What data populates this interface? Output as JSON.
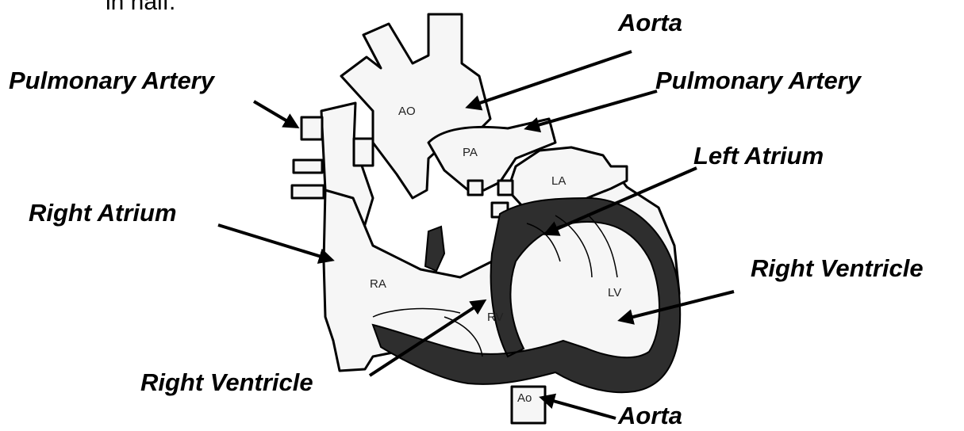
{
  "fragment_text": "in half.",
  "labels": {
    "aorta_top": "Aorta",
    "pulmonary_artery_left": "Pulmonary Artery",
    "pulmonary_artery_right": "Pulmonary Artery",
    "left_atrium": "Left Atrium",
    "right_atrium": "Right Atrium",
    "right_ventricle_right": "Right Ventricle",
    "right_ventricle_bottom": "Right Ventricle",
    "aorta_bottom": "Aorta"
  },
  "heart_labels": {
    "ao": "AO",
    "pa": "PA",
    "la": "LA",
    "ra": "RA",
    "rv": "RV",
    "lv": "LV",
    "ao_bottom": "Ao"
  },
  "colors": {
    "ink": "#000000",
    "heart_fill": "#f6f6f6",
    "muscle": "#2e2e2e"
  }
}
